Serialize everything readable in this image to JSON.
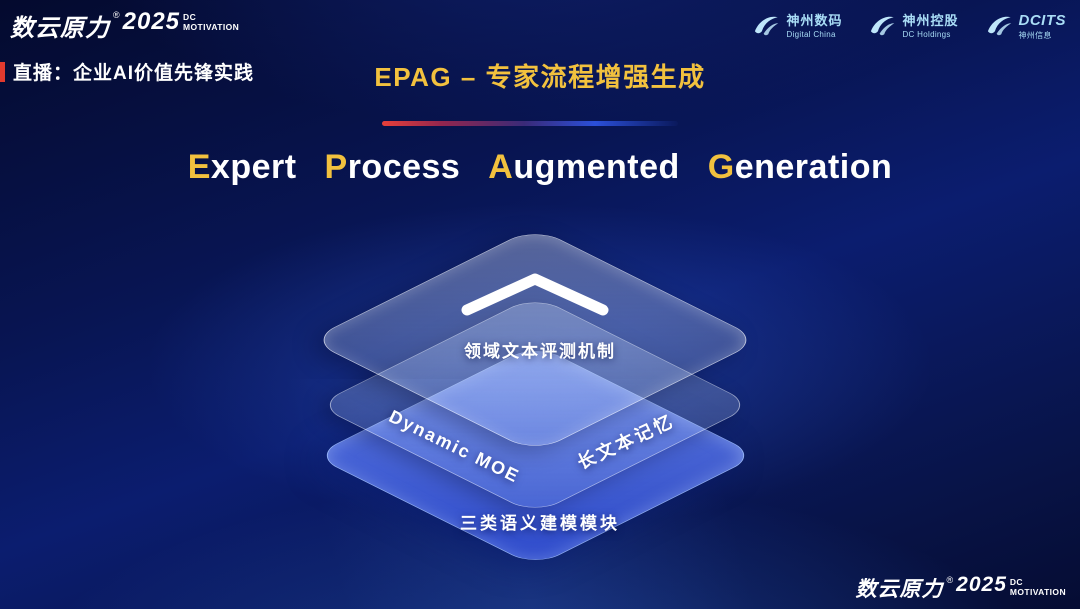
{
  "brand": {
    "name": "数云原力",
    "reg": "®",
    "year": "2025",
    "tag_line1": "DC",
    "tag_line2": "MOTIVATION"
  },
  "header": {
    "live_label": "直播：企业AI价值先锋实践",
    "title": "EPAG – 专家流程增强生成"
  },
  "subtitle": {
    "words": [
      {
        "first": "E",
        "rest": "xpert"
      },
      {
        "first": "P",
        "rest": "rocess"
      },
      {
        "first": "A",
        "rest": "ugmented"
      },
      {
        "first": "G",
        "rest": "eneration"
      }
    ]
  },
  "logos": [
    {
      "name": "神州数码",
      "sub": "Digital China",
      "icon": "digital-china-swoosh-icon"
    },
    {
      "name": "神州控股",
      "sub": "DC Holdings",
      "icon": "dc-holdings-swoosh-icon"
    },
    {
      "name": "DCITS",
      "sub": "神州信息",
      "icon": "dcits-swoosh-icon"
    }
  ],
  "diagram": {
    "top_layer": {
      "label": "领域文本评测机制",
      "icon": "chevron-up-icon"
    },
    "middle_layer": {
      "label_left": "Dynamic  MOE",
      "label_right": "长文本记忆"
    },
    "bottom_layer": {
      "label": "三类语义建模模块"
    }
  },
  "colors": {
    "gold": "#f2c13e",
    "background_navy": "#0b1d6f",
    "layer_blue": "#3b5be0",
    "accent_red": "#e23a2e",
    "logo_blue": "#a9ddf6"
  }
}
